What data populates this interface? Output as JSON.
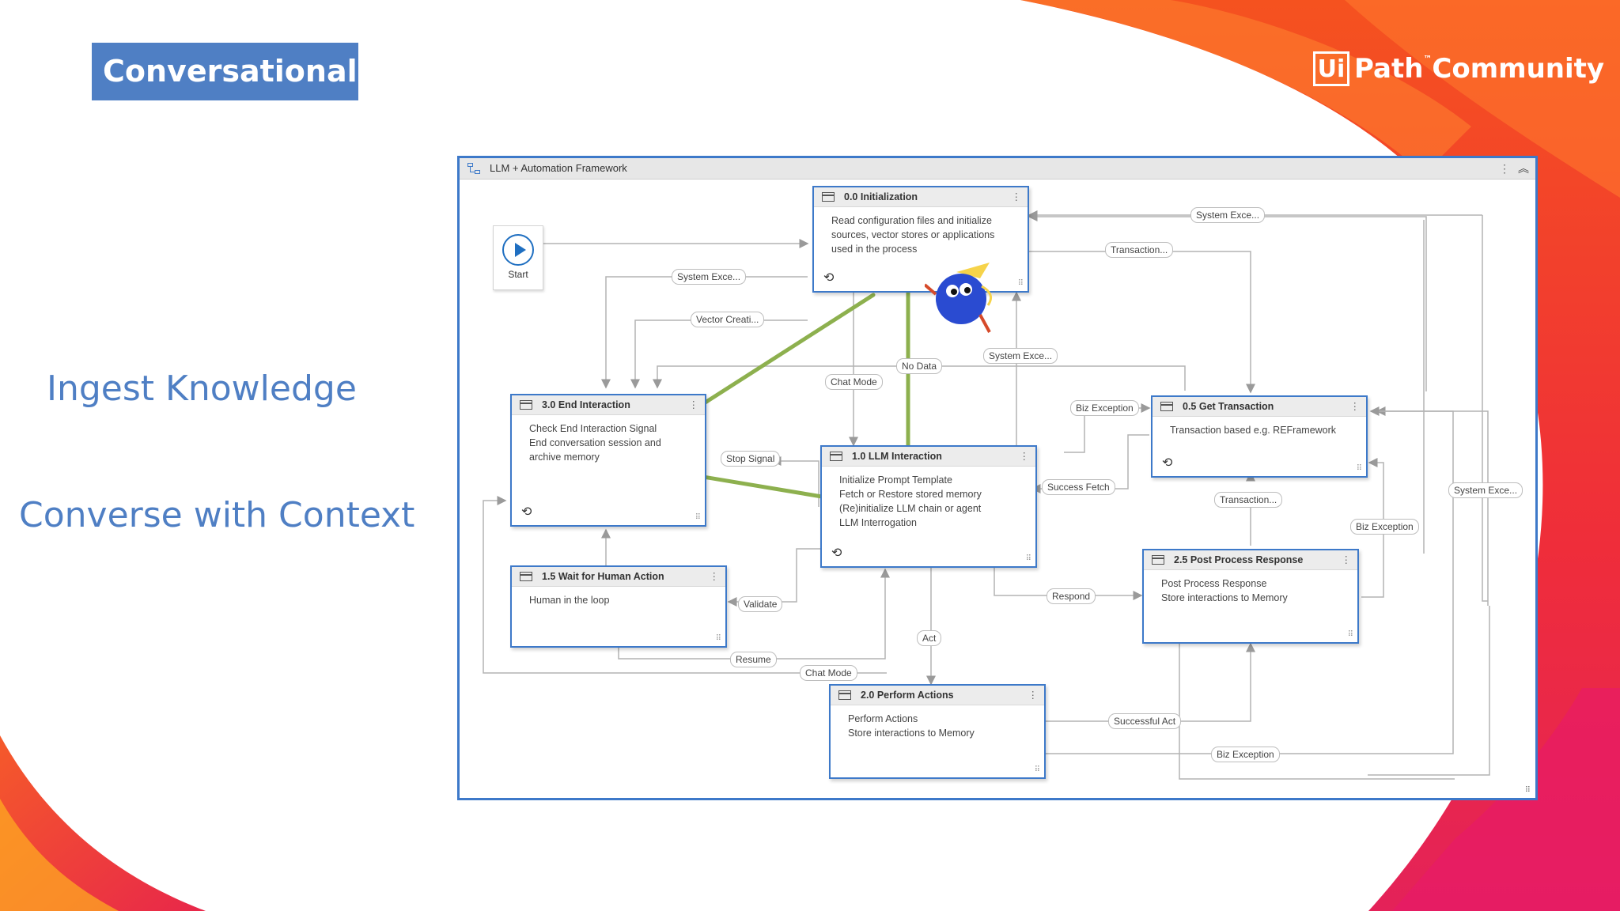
{
  "slide": {
    "title": "Conversational",
    "logo_box": "Ui",
    "logo_text": "Path",
    "logo_tm": "™",
    "logo_text2": "Community"
  },
  "side": {
    "ingest": "Ingest Knowledge",
    "converse": "Converse with Context"
  },
  "diagram": {
    "title": "LLM + Automation Framework",
    "start_label": "Start",
    "nodes": {
      "init": {
        "title": "0.0 Initialization",
        "lines": [
          "Read configuration files and initialize",
          "sources, vector stores or applications",
          "used in the process"
        ]
      },
      "end": {
        "title": "3.0 End Interaction",
        "lines": [
          "Check End Interaction Signal",
          "End conversation session and",
          "archive memory"
        ]
      },
      "llm": {
        "title": "1.0 LLM Interaction",
        "lines": [
          "Initialize Prompt Template",
          "Fetch or Restore stored memory",
          "(Re)initialize LLM chain or agent",
          "LLM Interrogation"
        ]
      },
      "get": {
        "title": "0.5 Get Transaction",
        "lines": [
          "Transaction based e.g. REFramework"
        ]
      },
      "wait": {
        "title": "1.5 Wait for Human Action",
        "lines": [
          "Human in the loop"
        ]
      },
      "post": {
        "title": "2.5 Post Process Response",
        "lines": [
          "Post Process Response",
          "Store interactions to Memory"
        ]
      },
      "perform": {
        "title": "2.0 Perform Actions",
        "lines": [
          "Perform Actions",
          "Store interactions to Memory"
        ]
      }
    },
    "labels": {
      "sys1": "System Exce...",
      "trans1": "Transaction...",
      "sys2": "System Exce...",
      "vector": "Vector Creati...",
      "sys3": "System Exce...",
      "nodata": "No Data",
      "chatmode1": "Chat Mode",
      "bizex1": "Biz Exception",
      "stop": "Stop Signal",
      "success_fetch": "Success Fetch",
      "sys4": "System Exce...",
      "trans2": "Transaction...",
      "bizex2": "Biz Exception",
      "validate": "Validate",
      "respond": "Respond",
      "act": "Act",
      "resume": "Resume",
      "chatmode2": "Chat Mode",
      "successful_act": "Successful Act",
      "bizex3": "Biz Exception"
    }
  },
  "colors": {
    "accent": "#4f7fc4",
    "diagram_border": "#3d79c9",
    "arrow_green": "#8db04e",
    "orange": "#f24e1e",
    "red": "#e8283c"
  }
}
